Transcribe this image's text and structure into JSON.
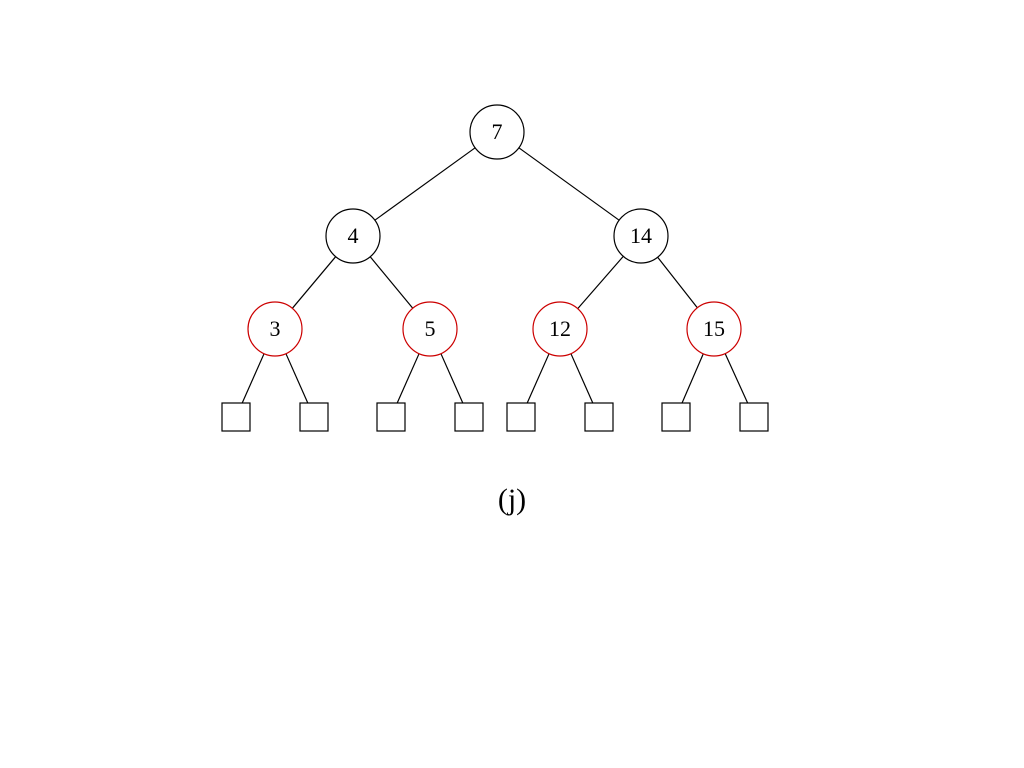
{
  "caption": "(j)",
  "colors": {
    "black_node": "#000000",
    "red_node": "#cc0000",
    "edge": "#000000",
    "leaf": "#000000"
  },
  "tree": {
    "nodes": [
      {
        "id": "n7",
        "label": "7",
        "color": "black",
        "parent": null
      },
      {
        "id": "n4",
        "label": "4",
        "color": "black",
        "parent": "n7"
      },
      {
        "id": "n14",
        "label": "14",
        "color": "black",
        "parent": "n7"
      },
      {
        "id": "n3",
        "label": "3",
        "color": "red",
        "parent": "n4"
      },
      {
        "id": "n5",
        "label": "5",
        "color": "red",
        "parent": "n4"
      },
      {
        "id": "n12",
        "label": "12",
        "color": "red",
        "parent": "n14"
      },
      {
        "id": "n15",
        "label": "15",
        "color": "red",
        "parent": "n14"
      }
    ],
    "leaves": [
      {
        "id": "l1",
        "parent": "n3"
      },
      {
        "id": "l2",
        "parent": "n3"
      },
      {
        "id": "l3",
        "parent": "n5"
      },
      {
        "id": "l4",
        "parent": "n5"
      },
      {
        "id": "l5",
        "parent": "n12"
      },
      {
        "id": "l6",
        "parent": "n12"
      },
      {
        "id": "l7",
        "parent": "n15"
      },
      {
        "id": "l8",
        "parent": "n15"
      }
    ]
  }
}
